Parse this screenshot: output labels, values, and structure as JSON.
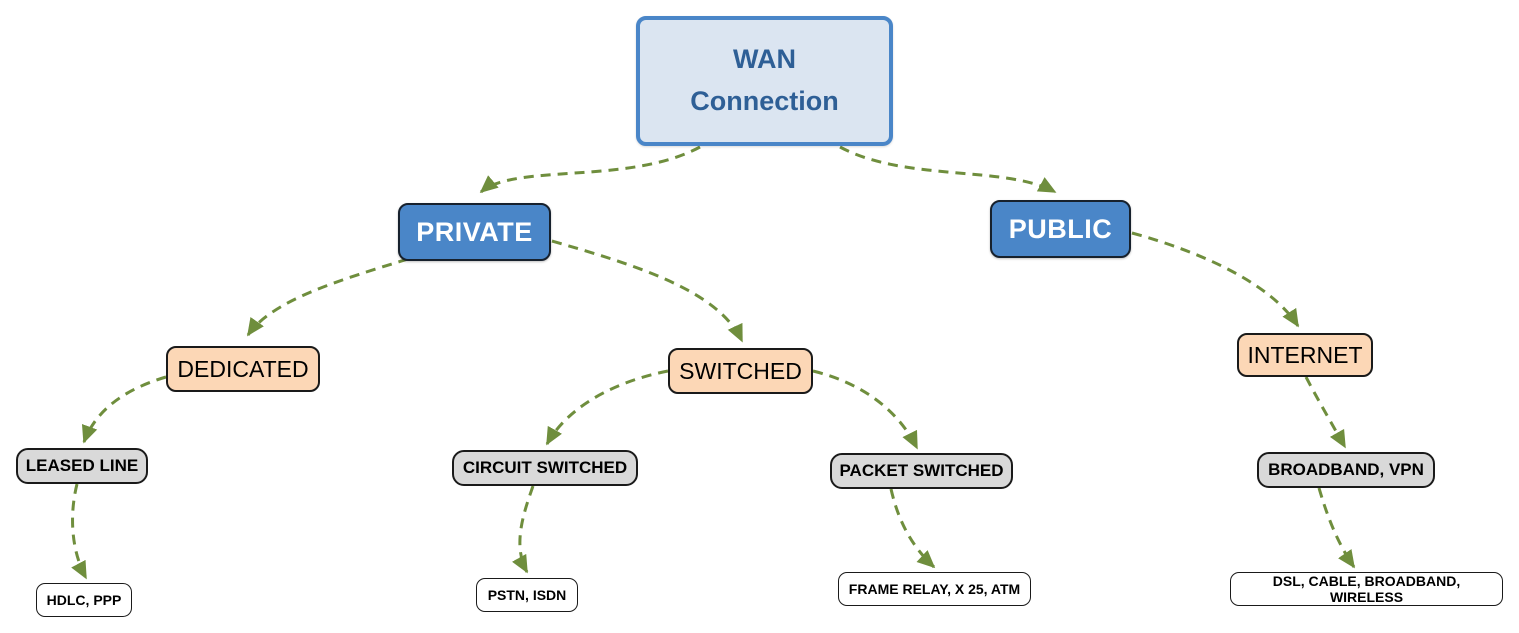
{
  "diagram": {
    "type": "mind-map-tree",
    "topic": "WAN Connection types",
    "colors": {
      "root_fill": "#dbe5f1",
      "root_border": "#4a86c8",
      "root_text": "#2e5f96",
      "branch_blue_fill": "#4a86c8",
      "branch_blue_text": "#ffffff",
      "branch_peach_fill": "#fcd7b6",
      "branch_gray_fill": "#d9d9d9",
      "leaf_fill": "#ffffff",
      "node_border": "#1a1a1a",
      "connector": "#6f8e3d"
    }
  },
  "nodes": {
    "wan": {
      "label": "WAN Connection"
    },
    "private": {
      "label": "PRIVATE"
    },
    "public": {
      "label": "PUBLIC"
    },
    "dedicated": {
      "label": "DEDICATED"
    },
    "switched": {
      "label": "SWITCHED"
    },
    "internet": {
      "label": "INTERNET"
    },
    "leased_line": {
      "label": "LEASED LINE"
    },
    "circuit_switched": {
      "label": "CIRCUIT SWITCHED"
    },
    "packet_switched": {
      "label": "PACKET SWITCHED"
    },
    "broadband_vpn": {
      "label": "BROADBAND, VPN"
    },
    "hdlc_ppp": {
      "label": "HDLC, PPP"
    },
    "pstn_isdn": {
      "label": "PSTN, ISDN"
    },
    "frame_relay": {
      "label": "FRAME RELAY, X 25, ATM"
    },
    "dsl_cable": {
      "label": "DSL, CABLE, BROADBAND, WIRELESS"
    }
  },
  "edges": [
    {
      "from": "WAN Connection",
      "to": "PRIVATE"
    },
    {
      "from": "WAN Connection",
      "to": "PUBLIC"
    },
    {
      "from": "PRIVATE",
      "to": "DEDICATED"
    },
    {
      "from": "PRIVATE",
      "to": "SWITCHED"
    },
    {
      "from": "PUBLIC",
      "to": "INTERNET"
    },
    {
      "from": "DEDICATED",
      "to": "LEASED LINE"
    },
    {
      "from": "SWITCHED",
      "to": "CIRCUIT SWITCHED"
    },
    {
      "from": "SWITCHED",
      "to": "PACKET SWITCHED"
    },
    {
      "from": "INTERNET",
      "to": "BROADBAND, VPN"
    },
    {
      "from": "LEASED LINE",
      "to": "HDLC, PPP"
    },
    {
      "from": "CIRCUIT SWITCHED",
      "to": "PSTN, ISDN"
    },
    {
      "from": "PACKET SWITCHED",
      "to": "FRAME RELAY, X 25, ATM"
    },
    {
      "from": "BROADBAND, VPN",
      "to": "DSL, CABLE, BROADBAND, WIRELESS"
    }
  ]
}
